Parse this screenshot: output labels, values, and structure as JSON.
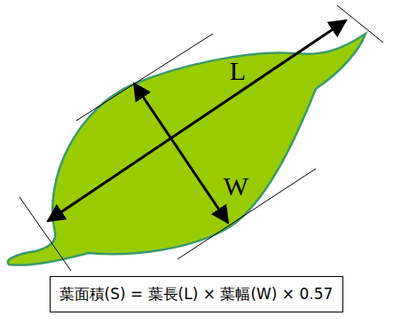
{
  "diagram": {
    "nodes": [
      {
        "text": [
          "葉面積(S) = 葉長(L) × 葉幅(W) × 0.57"
        ]
      }
    ],
    "labels": [
      "L",
      "W"
    ]
  }
}
